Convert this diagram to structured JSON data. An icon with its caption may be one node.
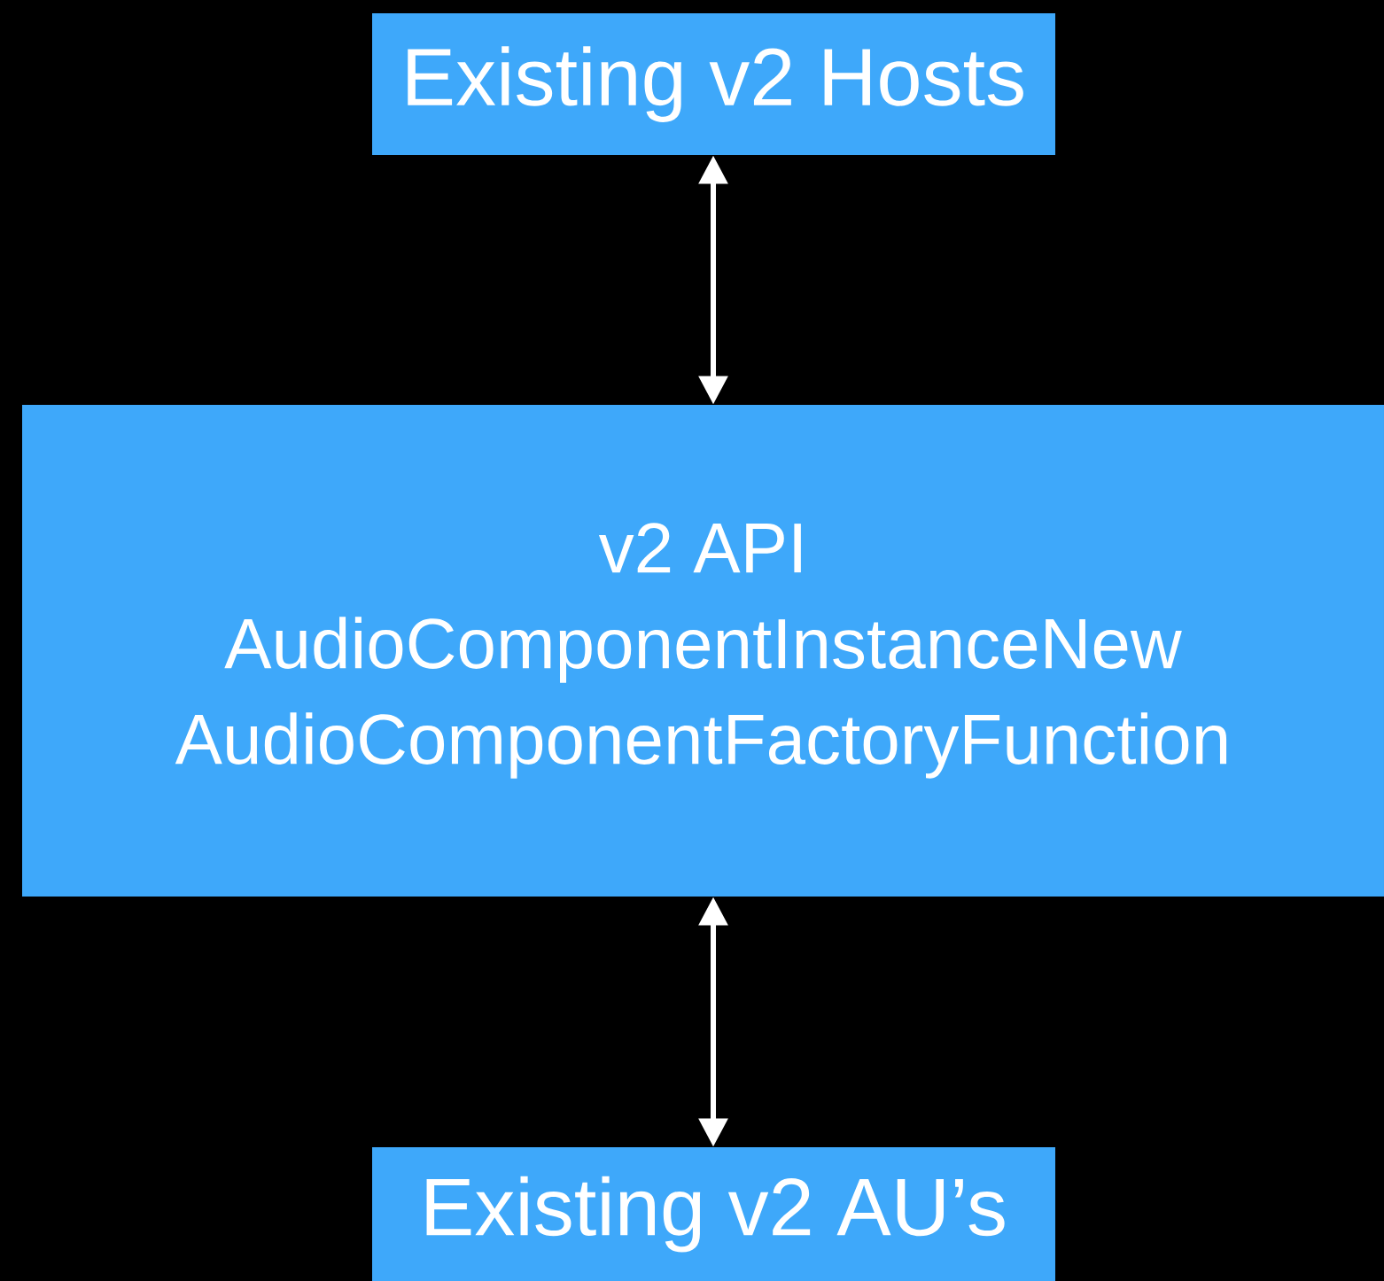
{
  "diagram": {
    "nodes": [
      {
        "text": [
          "Existing v2 Hosts"
        ]
      },
      {
        "text": [
          "v2 API",
          "AudioComponentInstanceNew",
          "AudioComponentFactoryFunction"
        ]
      },
      {
        "text": [
          "Existing v2 AU’s"
        ]
      }
    ],
    "edges": [
      {
        "from": 0,
        "to": 1,
        "arrow": "both"
      },
      {
        "from": 1,
        "to": 2,
        "arrow": "both"
      }
    ]
  }
}
